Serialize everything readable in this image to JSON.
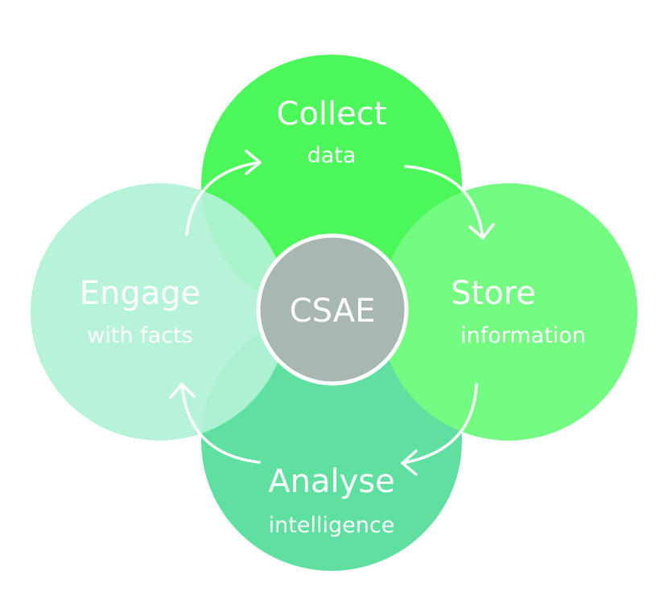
{
  "diagram": {
    "center": {
      "label": "CSAE",
      "color": "#a9b7b3"
    },
    "nodes": {
      "collect": {
        "title": "Collect",
        "subtitle": "data",
        "color": "#4cf75a"
      },
      "store": {
        "title": "Store",
        "subtitle": "information",
        "color": "#73fb82"
      },
      "analyse": {
        "title": "Analyse",
        "subtitle": "intelligence",
        "color": "#5fdfa0"
      },
      "engage": {
        "title": "Engage",
        "subtitle": "with facts",
        "color": "#b2f2d6"
      }
    },
    "arrow_color": "#ffffff"
  }
}
